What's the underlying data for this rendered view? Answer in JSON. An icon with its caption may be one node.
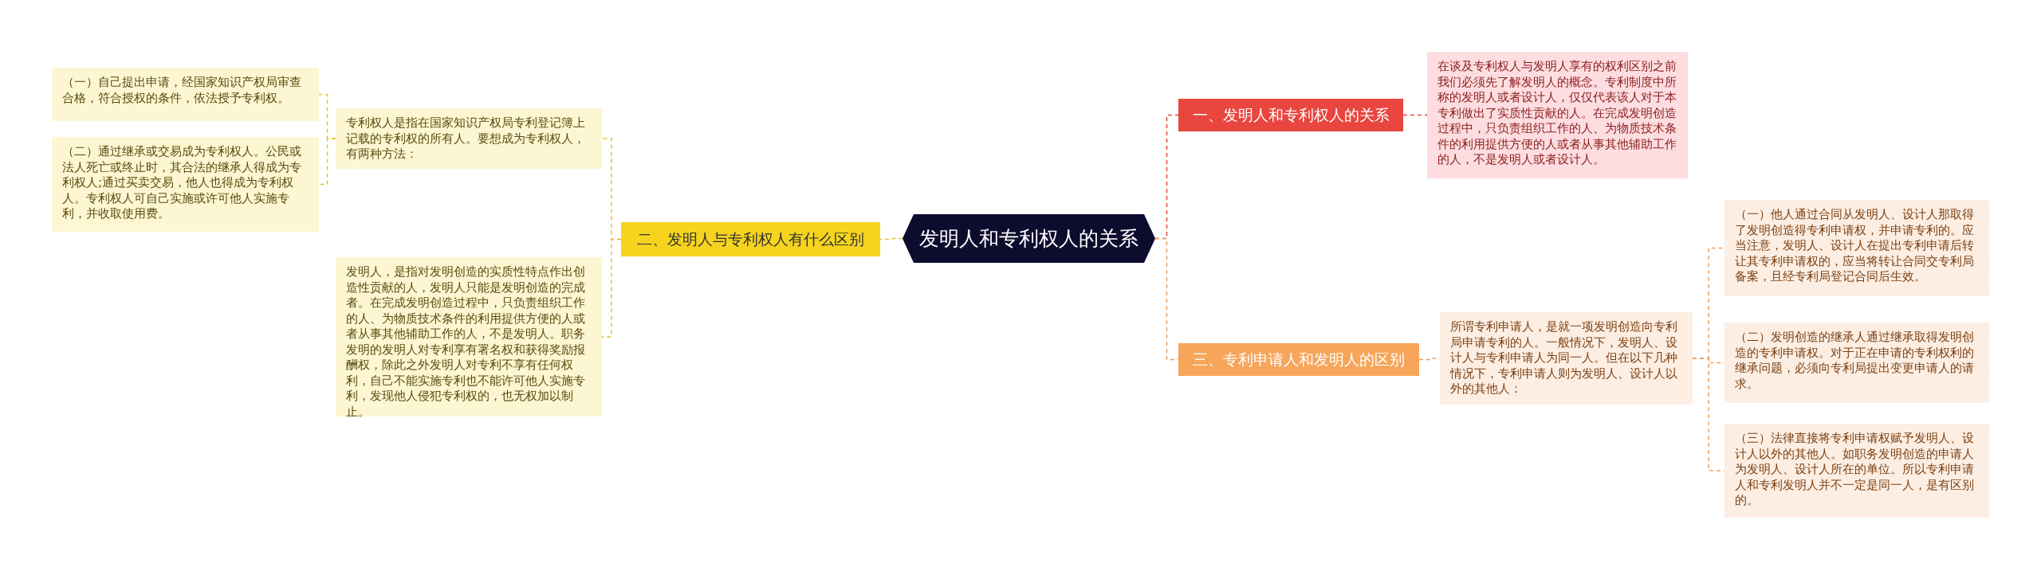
{
  "diagram": {
    "nodes": [
      {
        "text": [
          "发明人和专利权人的关系"
        ]
      },
      {
        "text": [
          "一、发明人和专利权人的关系"
        ]
      },
      {
        "text": [
          "在谈及专利权人与发明人享有的权利区别之前我们必须先了解发明人的概念。专利制度中所称的发明人或者设计人，仅仅代表该人对于本专利做出了实质性贡献的人。在完成发明创造过程中，只负责组织工作的人、为物质技术条件的利用提供方便的人或者从事其他辅助工作的人，不是发明人或者设计人。"
        ]
      },
      {
        "text": [
          "二、发明人与专利权人有什么区别"
        ]
      },
      {
        "text": [
          "专利权人是指在国家知识产权局专利登记簿上记载的专利权的所有人。要想成为专利权人，有两种方法："
        ]
      },
      {
        "text": [
          "（一）自己提出申请，经国家知识产权局审查合格，符合授权的条件，依法授予专利权。"
        ]
      },
      {
        "text": [
          "（二）通过继承或交易成为专利权人。公民或法人死亡或终止时，其合法的继承人得成为专利权人;通过买卖交易，他人也得成为专利权人。专利权人可自己实施或许可他人实施专利，并收取使用费。"
        ]
      },
      {
        "text": [
          "发明人，是指对发明创造的实质性特点作出创造性贡献的人，发明人只能是发明创造的完成者。在完成发明创造过程中，只负责组织工作的人、为物质技术条件的利用提供方便的人或者从事其他辅助工作的人，不是发明人。职务发明的发明人对专利享有署名权和获得奖励报酬权，除此之外发明人对专利不享有任何权利，自己不能实施专利也不能许可他人实施专利，发现他人侵犯专利权的，也无权加以制止。"
        ]
      },
      {
        "text": [
          "三、专利申请人和发明人的区别"
        ]
      },
      {
        "text": [
          "所谓专利申请人，是就一项发明创造向专利局申请专利的人。一般情况下，发明人、设计人与专利申请人为同一人。但在以下几种情况下，专利申请人则为发明人、设计人以外的其他人："
        ]
      },
      {
        "text": [
          "（一）他人通过合同从发明人、设计人那取得了发明创造得专利申请权，并申请专利的。应当注意，发明人、设计人在提出专利申请后转让其专利申请权的，应当将转让合同交专利局备案，且经专利局登记合同后生效。"
        ]
      },
      {
        "text": [
          "（二）发明创造的继承人通过继承取得发明创造的专利申请权。对于正在申请的专利权利的继承问题，必须向专利局提出变更申请人的请求。"
        ]
      },
      {
        "text": [
          "（三）法律直接将专利申请权赋予发明人、设计人以外的其他人。如职务发明创造的申请人为发明人、设计人所在的单位。所以专利申请人和专利发明人并不一定是同一人，是有区别的。"
        ]
      }
    ],
    "edges": [
      {
        "from": 0,
        "to": 1,
        "arrow": "none",
        "style": "dashed",
        "color": "#e8463e"
      },
      {
        "from": 1,
        "to": 2,
        "arrow": "none",
        "style": "dashed",
        "color": "#e8463e"
      },
      {
        "from": 0,
        "to": 3,
        "arrow": "none",
        "style": "dashed",
        "color": "#e3c23a"
      },
      {
        "from": 3,
        "to": 4,
        "arrow": "none",
        "style": "dashed",
        "color": "#e3c23a"
      },
      {
        "from": 4,
        "to": 5,
        "arrow": "none",
        "style": "dashed",
        "color": "#e3c23a"
      },
      {
        "from": 4,
        "to": 6,
        "arrow": "none",
        "style": "dashed",
        "color": "#e3c23a"
      },
      {
        "from": 3,
        "to": 7,
        "arrow": "none",
        "style": "dashed",
        "color": "#e3c23a"
      },
      {
        "from": 0,
        "to": 8,
        "arrow": "none",
        "style": "dashed",
        "color": "#f0a060"
      },
      {
        "from": 8,
        "to": 9,
        "arrow": "none",
        "style": "dashed",
        "color": "#f0a060"
      },
      {
        "from": 9,
        "to": 10,
        "arrow": "none",
        "style": "dashed",
        "color": "#f0a060"
      },
      {
        "from": 9,
        "to": 11,
        "arrow": "none",
        "style": "dashed",
        "color": "#f0a060"
      },
      {
        "from": 9,
        "to": 12,
        "arrow": "none",
        "style": "dashed",
        "color": "#f0a060"
      }
    ]
  }
}
